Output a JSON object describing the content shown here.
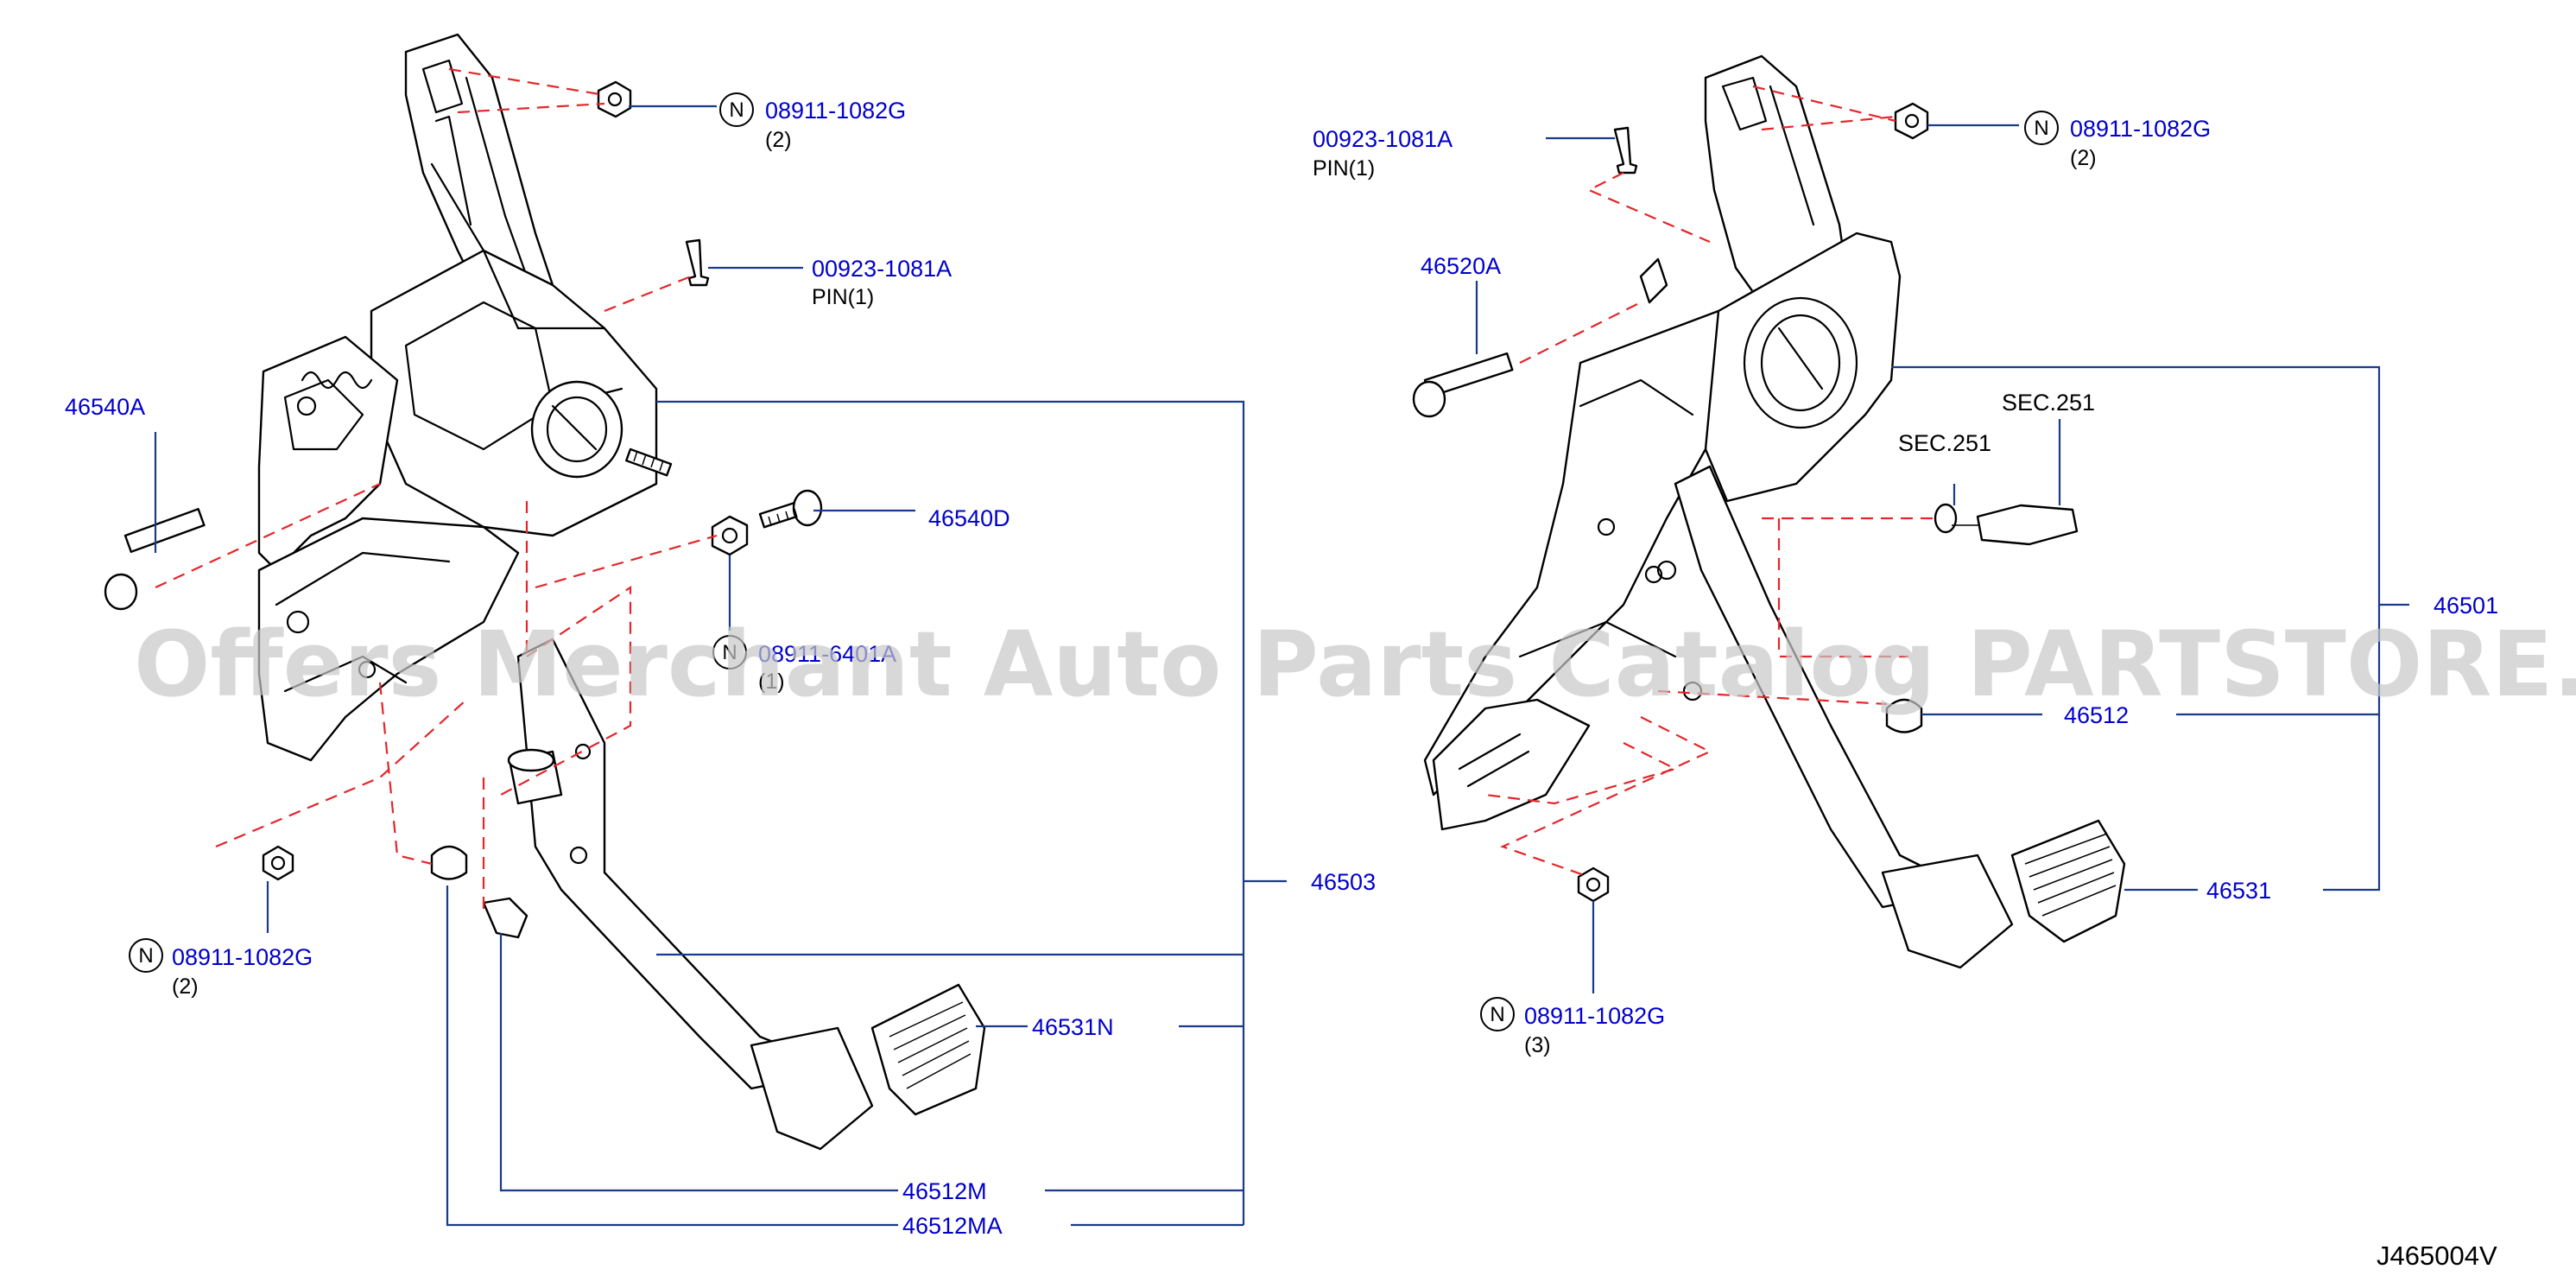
{
  "labels": {
    "nut_top_left": "08911-1082G",
    "nut_top_left_qty": "(2)",
    "pin_left": "00923-1081A",
    "pin_left_desc": "PIN(1)",
    "shaft_left": "46540A",
    "bolt_left": "46540D",
    "nut_mid_left": "08911-6401A",
    "nut_mid_left_qty": "(1)",
    "nut_bottom_left": "08911-1082G",
    "nut_bottom_left_qty": "(2)",
    "assembly_left": "46503",
    "pad_left": "46531N",
    "stopper_left_1": "46512M",
    "stopper_left_2": "46512MA",
    "pin_right": "00923-1081A",
    "pin_right_desc": "PIN(1)",
    "nut_top_right": "08911-1082G",
    "nut_top_right_qty": "(2)",
    "shaft_right": "46520A",
    "sec_1": "SEC.251",
    "sec_2": "SEC.251",
    "assembly_right": "46501",
    "stopper_right": "46512",
    "pad_right": "46531",
    "nut_bottom_right": "08911-1082G",
    "nut_bottom_right_qty": "(3)",
    "n_mark": "N",
    "diagram_code": "J465004V"
  },
  "watermark": "Offers Merchant Auto Parts Catalog PARTSTORE.SA",
  "colors": {
    "part_number": "#0000cc",
    "leader_line": "#1a3a8a",
    "dashed_line": "#e4262a",
    "outline": "#000000",
    "watermark": "#c8c8c8"
  }
}
